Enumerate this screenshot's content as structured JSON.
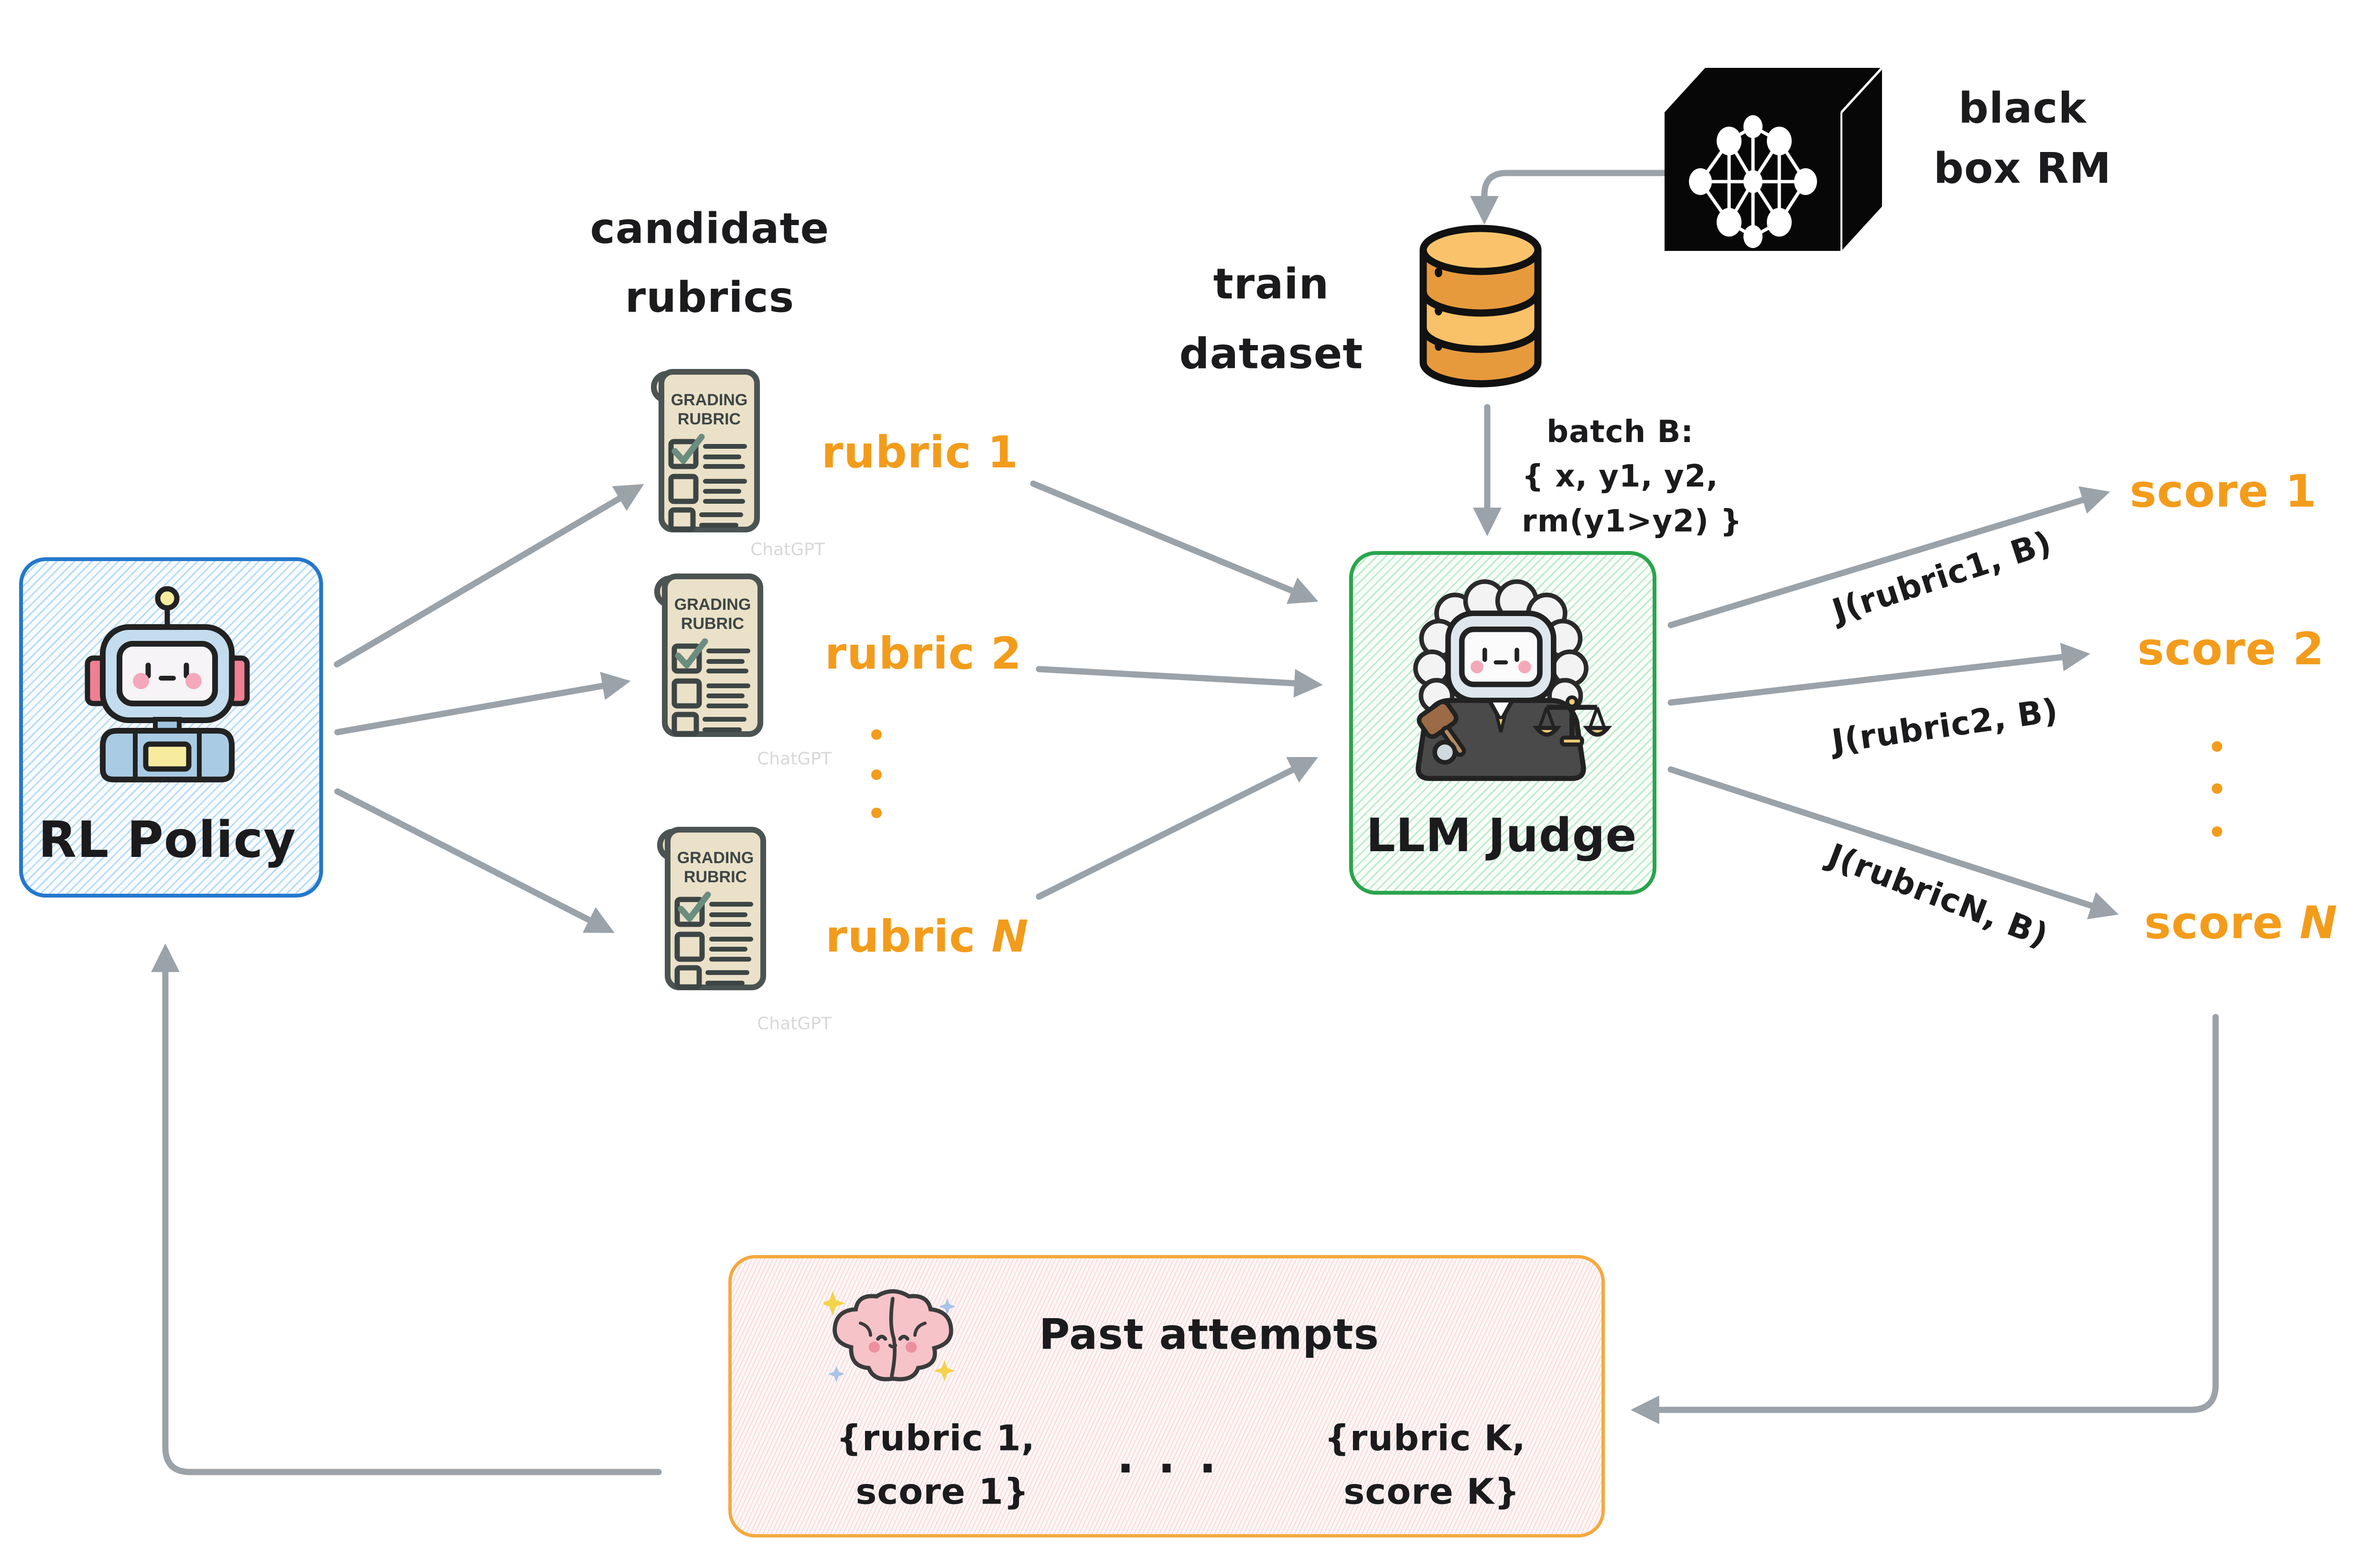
{
  "colors": {
    "accent_orange": "#F39C1C",
    "arrow_gray": "#9AA2AA",
    "rl_box_border": "#2478CC",
    "judge_box_border": "#2BA44D",
    "past_box_border": "#F3A93E",
    "database_orange_dark": "#E79A3C",
    "database_orange_light": "#F9C168",
    "parchment": "#EAE1C8"
  },
  "rl_policy": {
    "label": "RL Policy"
  },
  "candidate_rubrics": {
    "title_line1": "candidate",
    "title_line2": "rubrics"
  },
  "rubric_icon": {
    "header_line1": "GRADING",
    "header_line2": "RUBRIC"
  },
  "rubrics": [
    {
      "name": "rubric",
      "num": "1"
    },
    {
      "name": "rubric",
      "num": "2"
    },
    {
      "name": "rubric",
      "num": "N"
    }
  ],
  "train_dataset": {
    "label_line1": "train",
    "label_line2": "dataset"
  },
  "black_box_rm": {
    "label_line1": "black",
    "label_line2": "box RM"
  },
  "batch": {
    "line1": "batch B:",
    "line2": "{ x, y1, y2,",
    "line3": "rm(y1>y2) }"
  },
  "llm_judge": {
    "label": "LLM Judge"
  },
  "judge_outputs": [
    {
      "arrow_label": "J(rubric1, B)",
      "score_name": "score",
      "score_num": "1"
    },
    {
      "arrow_label": "J(rubric2, B)",
      "score_name": "score",
      "score_num": "2"
    },
    {
      "arrow_label": "J(rubricN, B)",
      "score_name": "score",
      "score_num": "N"
    }
  ],
  "past_attempts": {
    "title": "Past attempts",
    "pair1_line1": "{rubric 1,",
    "pair1_line2": "score 1}",
    "ellipsis": ". . .",
    "pair2_line1": "{rubric K,",
    "pair2_line2": "score K}"
  },
  "watermark": "ChatGPT"
}
